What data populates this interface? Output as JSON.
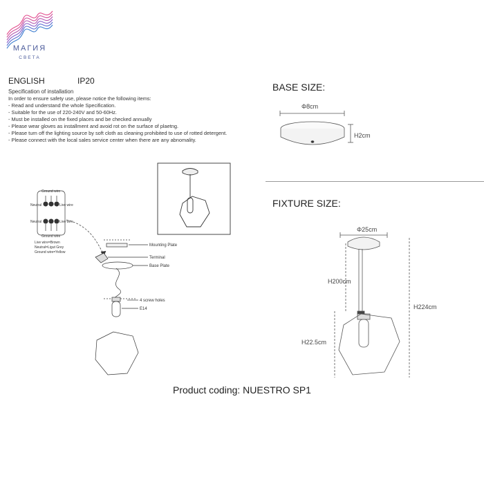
{
  "brand": {
    "line1": "МАГИЯ",
    "line2": "СВЕТА",
    "colors": [
      "#e34b8c",
      "#8a5cc8",
      "#3d7ecf"
    ]
  },
  "header": {
    "language": "ENGLISH",
    "rating": "IP20"
  },
  "spec": {
    "title": "Specification of installation",
    "items": [
      "In order to ensure safety use, please notice the following items:",
      "- Read and understand the whole Specification.",
      "- Suitable for the use of 220-240V and 50-60Hz.",
      "- Must be installed on the fixed places and be checked annually",
      "- Please wear gloves as installment and avoid rot on the surface of plaetng.",
      "- Please turn off the lighting source by soft cloth as cleaning prohibited to use of rotted detergent.",
      "- Please connect with the local sales service center when there are any abnomality."
    ]
  },
  "base_size": {
    "heading": "BASE SIZE:",
    "diameter": "Φ8cm",
    "height": "H2cm"
  },
  "fixture_size": {
    "heading": "FIXTURE SIZE:",
    "diameter": "Φ25cm",
    "rod_height": "H200cm",
    "total_height": "H224cm",
    "shade_height": "H22.5cm"
  },
  "wiring": {
    "ground_top": "Ground wire",
    "neutral_left": "Neutral",
    "live_right": "Live wire",
    "neutral_left2": "Neutral",
    "live_right2": "Live wire",
    "ground_bottom": "Ground wire",
    "legend": [
      "Live wire=Brown",
      "Neutral=Ligut Grey",
      "Ground wire=Yellow"
    ]
  },
  "install": {
    "mounting_plate": "Mounting Plate",
    "terminal": "Terminal",
    "base_plate": "Base Plate",
    "screw_holes": "4 screw holes",
    "socket": "E14"
  },
  "product": {
    "coding": "Product coding: NUESTRO SP1"
  }
}
